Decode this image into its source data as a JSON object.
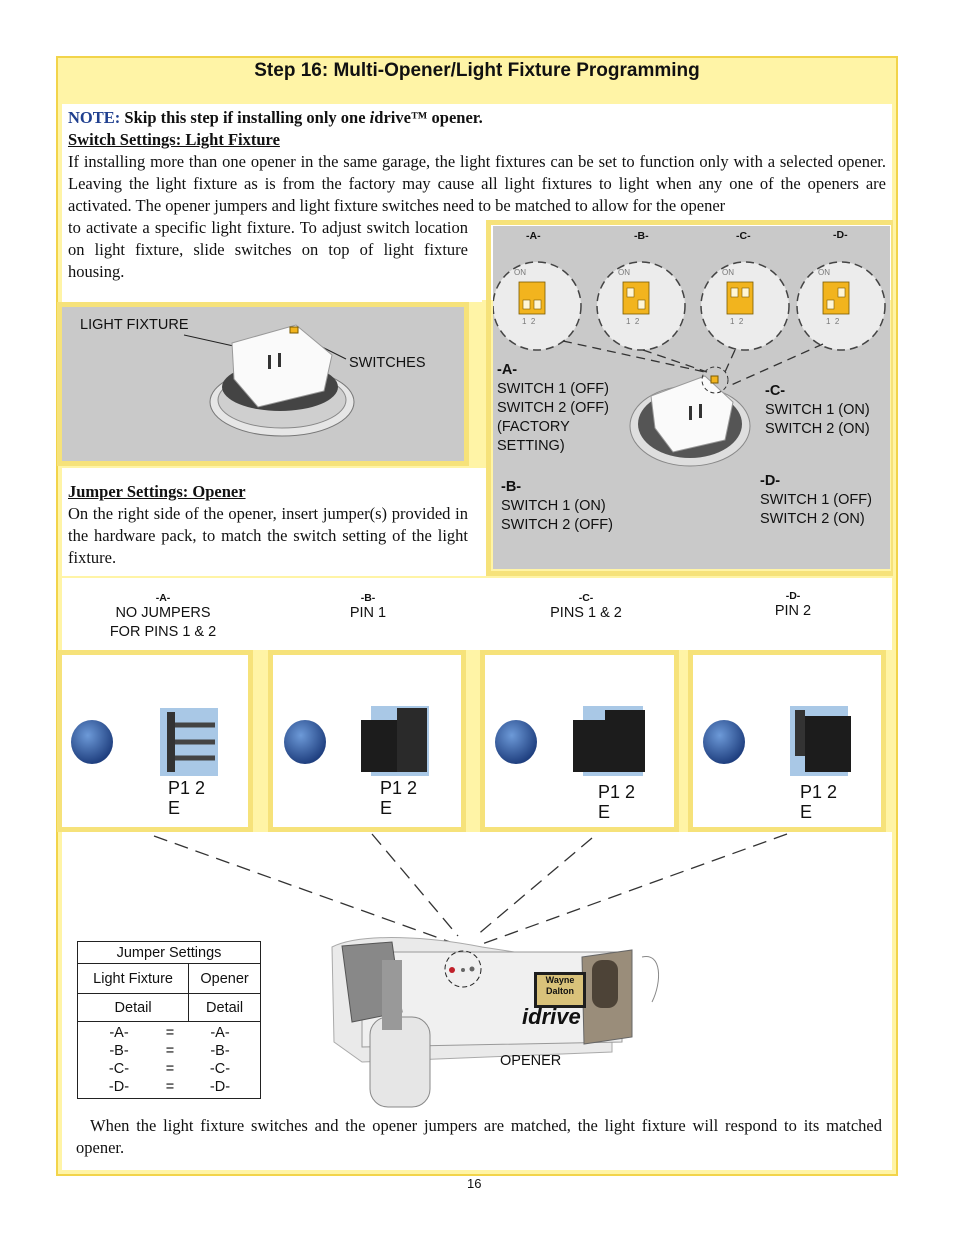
{
  "title": "Step 16: Multi-Opener/Light Fixture Programming",
  "note": {
    "label": "NOTE:",
    "text_before": " Skip this step if installing only one ",
    "brand_i": "i",
    "brand_rest": "drive™ opener."
  },
  "switch_settings": {
    "heading": "Switch Settings:  Light Fixture",
    "para_full": "If installing more than one opener in the same garage, the light fixtures can be set to function only with a  selected opener.  Leaving the light fixture as is from the factory may cause all light fixtures to light when any one of the openers are activated.  The opener jumpers and light fixture switches need to be matched to allow for the opener",
    "para_cont": "to activate a specific light fixture.  To adjust switch location on light fixture, slide switches on top of light fixture housing."
  },
  "light_fixture_figure": {
    "label_fixture": "LIGHT FIXTURE",
    "label_switches": "SWITCHES"
  },
  "switch_panel": {
    "on_text": "ON",
    "pos_nums": "1  2",
    "tags": [
      "-A-",
      "-B-",
      "-C-",
      "-D-"
    ],
    "A": {
      "tag": "-A-",
      "lines": [
        "SWITCH 1 (OFF)",
        "SWITCH 2 (OFF)",
        "(FACTORY",
        "SETTING)"
      ]
    },
    "B": {
      "tag": "-B-",
      "lines": [
        "SWITCH 1 (ON)",
        "SWITCH 2 (OFF)"
      ]
    },
    "C": {
      "tag": "-C-",
      "lines": [
        "SWITCH 1 (ON)",
        "SWITCH 2 (ON)"
      ]
    },
    "D": {
      "tag": "-D-",
      "lines": [
        "SWITCH 1 (OFF)",
        "SWITCH 2 (ON)"
      ]
    }
  },
  "jumper_settings": {
    "heading": "Jumper Settings:  Opener",
    "para": "On the right side of the opener, insert jumper(s) provided in the hardware pack, to match the switch setting of the light fixture.",
    "pe_p": "P",
    "pe_e": "E",
    "pe_nums": "1 2",
    "options": [
      {
        "tag": "-A-",
        "line1": "NO JUMPERS",
        "line2": "FOR PINS 1 & 2"
      },
      {
        "tag": "-B-",
        "line1": "PIN 1",
        "line2": ""
      },
      {
        "tag": "-C-",
        "line1": "PINS 1 & 2",
        "line2": ""
      },
      {
        "tag": "-D-",
        "line1": "PIN 2",
        "line2": ""
      }
    ]
  },
  "table": {
    "title": "Jumper Settings",
    "col1_head": "Light Fixture",
    "col2_head": "Opener",
    "col1_sub": "Detail",
    "col2_sub": "Detail",
    "rows": [
      {
        "lf": "-A-",
        "eq": "=",
        "op": "-A-"
      },
      {
        "lf": "-B-",
        "eq": "=",
        "op": "-B-"
      },
      {
        "lf": "-C-",
        "eq": "=",
        "op": "-C-"
      },
      {
        "lf": "-D-",
        "eq": "=",
        "op": "-D-"
      }
    ]
  },
  "opener_figure": {
    "label": "OPENER",
    "brand_line1": "Wayne",
    "brand_line2": "Dalton",
    "logo_i": "i",
    "logo_rest": "drive"
  },
  "closing": "When the light fixture switches and the opener jumpers are matched, the light fixture will respond to its matched opener.",
  "page_number": "16",
  "colors": {
    "frame": "#fff4a6",
    "border": "#f2d44a",
    "note_blue": "#1f3f8f",
    "panel_gray": "#c9c9c9",
    "switch_orange": "#f2b41e",
    "led_blue": "#2f5fa8"
  }
}
